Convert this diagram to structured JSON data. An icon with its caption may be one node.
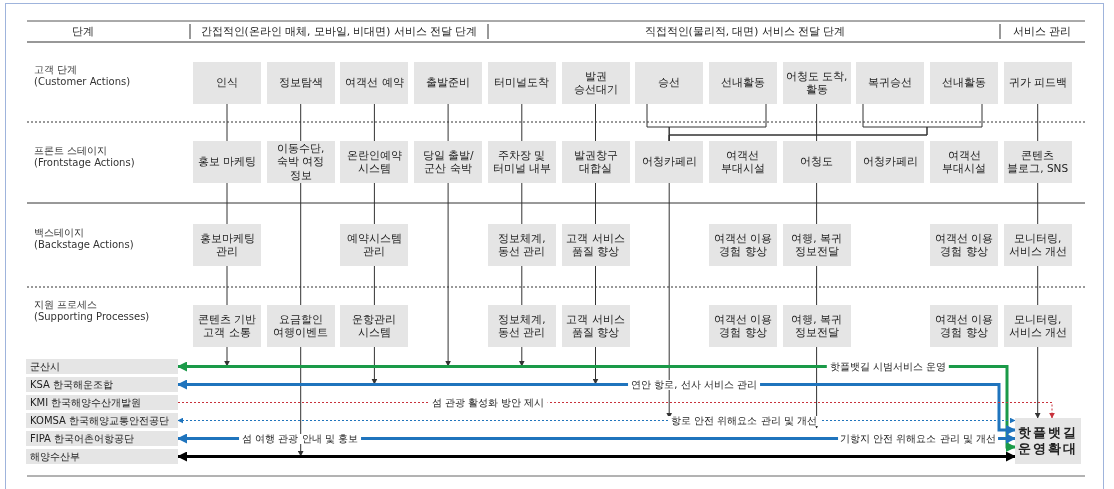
{
  "diagram": {
    "nodes": [
      {
        "text": [
          "인식"
        ]
      },
      {
        "text": [
          "정보탐색"
        ]
      },
      {
        "text": [
          "여객선 예약"
        ]
      },
      {
        "text": [
          "출발준비"
        ]
      },
      {
        "text": [
          "터미널도착"
        ]
      },
      {
        "text": [
          "발권 승선대기"
        ]
      },
      {
        "text": [
          "승선"
        ]
      },
      {
        "text": [
          "선내활동"
        ]
      },
      {
        "text": [
          "어청도 도착, 활동"
        ]
      },
      {
        "text": [
          "복귀승선"
        ]
      },
      {
        "text": [
          "선내활동"
        ]
      },
      {
        "text": [
          "귀가 피드백"
        ]
      },
      {
        "text": [
          "홍보 마케팅"
        ]
      },
      {
        "text": [
          "이동수단, 숙박 여정 정보"
        ]
      },
      {
        "text": [
          "온란인예약 시스템"
        ]
      },
      {
        "text": [
          "당일 출발/ 군산 숙박"
        ]
      },
      {
        "text": [
          "주차장 및 터미널 내부"
        ]
      },
      {
        "text": [
          "발권창구 대합실"
        ]
      },
      {
        "text": [
          "어청카페리"
        ]
      },
      {
        "text": [
          "여객선 부대시설"
        ]
      },
      {
        "text": [
          "어청도"
        ]
      },
      {
        "text": [
          "어청카페리"
        ]
      },
      {
        "text": [
          "여객선 부대시설"
        ]
      },
      {
        "text": [
          "콘텐츠 블로그, SNS"
        ]
      },
      {
        "text": [
          "홍보마케팅 관리"
        ]
      },
      {
        "text": [
          "예약시스템 관리"
        ]
      },
      {
        "text": [
          "정보체계, 동선 관리"
        ]
      },
      {
        "text": [
          "고객 서비스 품질 향상"
        ]
      },
      {
        "text": [
          "여객선 이용 경험 향상"
        ]
      },
      {
        "text": [
          "여행, 복귀 정보전달"
        ]
      },
      {
        "text": [
          "여객선 이용 경험 향상"
        ]
      },
      {
        "text": [
          "모니터링, 서비스 개선"
        ]
      },
      {
        "text": [
          "콘텐츠 기반 고객 소통"
        ]
      },
      {
        "text": [
          "요금할인 여행이벤트"
        ]
      },
      {
        "text": [
          "운항관리 시스템"
        ]
      },
      {
        "text": [
          "정보체계, 동선 관리"
        ]
      },
      {
        "text": [
          "고객 서비스 품질 향상"
        ]
      },
      {
        "text": [
          "여객선 이용 경험 향상"
        ]
      },
      {
        "text": [
          "여행, 복귀 정보전달"
        ]
      },
      {
        "text": [
          "여객선 이용 경험 향상"
        ]
      },
      {
        "text": [
          "모니터링, 서비스 개선"
        ]
      },
      {
        "text": [
          "군산시"
        ]
      },
      {
        "text": [
          "KSA 한국해운조합"
        ]
      },
      {
        "text": [
          "KMI 한국해양수산개발원"
        ]
      },
      {
        "text": [
          "KOMSA 한국해양교통안전공단"
        ]
      },
      {
        "text": [
          "FIPA 한국어촌어항공단"
        ]
      },
      {
        "text": [
          "해양수산부"
        ]
      },
      {
        "text": [
          "핫플뱃길 운영확대"
        ]
      }
    ],
    "edges": [
      {
        "from": 0,
        "to": 12,
        "arrow": "none"
      },
      {
        "from": 1,
        "to": 13,
        "arrow": "none"
      },
      {
        "from": 2,
        "to": 14,
        "arrow": "none"
      },
      {
        "from": 3,
        "to": 15,
        "arrow": "none"
      },
      {
        "from": 4,
        "to": 16,
        "arrow": "none"
      },
      {
        "from": 5,
        "to": 17,
        "arrow": "none"
      },
      {
        "from": 6,
        "to": 18,
        "arrow": "none"
      },
      {
        "from": 7,
        "to": 18,
        "arrow": "none"
      },
      {
        "from": 9,
        "to": 18,
        "arrow": "none"
      },
      {
        "from": 10,
        "to": 18,
        "arrow": "none"
      },
      {
        "from": 8,
        "to": 20,
        "arrow": "none"
      },
      {
        "from": 11,
        "to": 23,
        "arrow": "none"
      },
      {
        "from": 12,
        "to": 24,
        "arrow": "none"
      },
      {
        "from": 14,
        "to": 25,
        "arrow": "none"
      },
      {
        "from": 16,
        "to": 26,
        "arrow": "none"
      },
      {
        "from": 17,
        "to": 27,
        "arrow": "none"
      },
      {
        "from": 20,
        "to": 29,
        "arrow": "none"
      },
      {
        "from": 23,
        "to": 31,
        "arrow": "none"
      },
      {
        "from": 13,
        "to": 33,
        "arrow": "none"
      },
      {
        "from": 24,
        "to": 32,
        "arrow": "none"
      },
      {
        "from": 25,
        "to": 34,
        "arrow": "none"
      },
      {
        "from": 26,
        "to": 35,
        "arrow": "none"
      },
      {
        "from": 27,
        "to": 36,
        "arrow": "none"
      },
      {
        "from": 29,
        "to": 38,
        "arrow": "none"
      },
      {
        "from": 31,
        "to": 40,
        "arrow": "none"
      },
      {
        "from": 32,
        "to": null,
        "arrow": "to"
      },
      {
        "from": 33,
        "to": null,
        "arrow": "to"
      },
      {
        "from": 34,
        "to": null,
        "arrow": "to"
      },
      {
        "from": 35,
        "to": null,
        "arrow": "to"
      },
      {
        "from": 36,
        "to": null,
        "arrow": "to"
      },
      {
        "from": 38,
        "to": null,
        "arrow": "to"
      },
      {
        "from": 15,
        "to": null,
        "arrow": "to"
      },
      {
        "from": 18,
        "to": null,
        "arrow": "to"
      },
      {
        "from": 40,
        "to": 47,
        "arrow": "to"
      },
      {
        "from": 41,
        "to": 47,
        "arrow": "both",
        "label": "핫플뱃길 시범서비스 운영",
        "style": "thick",
        "color": "#1a9a48"
      },
      {
        "from": 42,
        "to": 47,
        "arrow": "both",
        "label": "연안 항로, 선사 서비스 관리",
        "style": "thick",
        "color": "#1f74bd"
      },
      {
        "from": 43,
        "to": 47,
        "arrow": "to",
        "label": "섬 관광 활성화 방안 제시",
        "style": "dashed",
        "color": "#c8323c"
      },
      {
        "from": 44,
        "to": 47,
        "arrow": "both",
        "label": "항로 안전 위해요소 관리 및 개선",
        "style": "dashed",
        "color": "#1f74bd"
      },
      {
        "from": 45,
        "to": 47,
        "arrow": "both",
        "label": "섬 여행 관광 안내 및 홍보",
        "style": "thick",
        "color": "#1f74bd"
      },
      {
        "from": 46,
        "to": 47,
        "arrow": "both",
        "style": "thick",
        "color": "#000000"
      }
    ],
    "labels": [
      "단계",
      "간접적인(온라인 매체, 모바일, 비대면) 서비스 전달 단계",
      "직접적인(물리적, 대면) 서비스 전달 단계",
      "서비스 관리",
      "고객 단계",
      "(Customer Actions)",
      "프론트 스테이지",
      "(Frontstage Actions)",
      "백스테이지",
      "(Backstage Actions)",
      "지원 프로세스",
      "(Supporting Processes)",
      "기항지 안전 위해요소 관리 및 개선"
    ]
  }
}
